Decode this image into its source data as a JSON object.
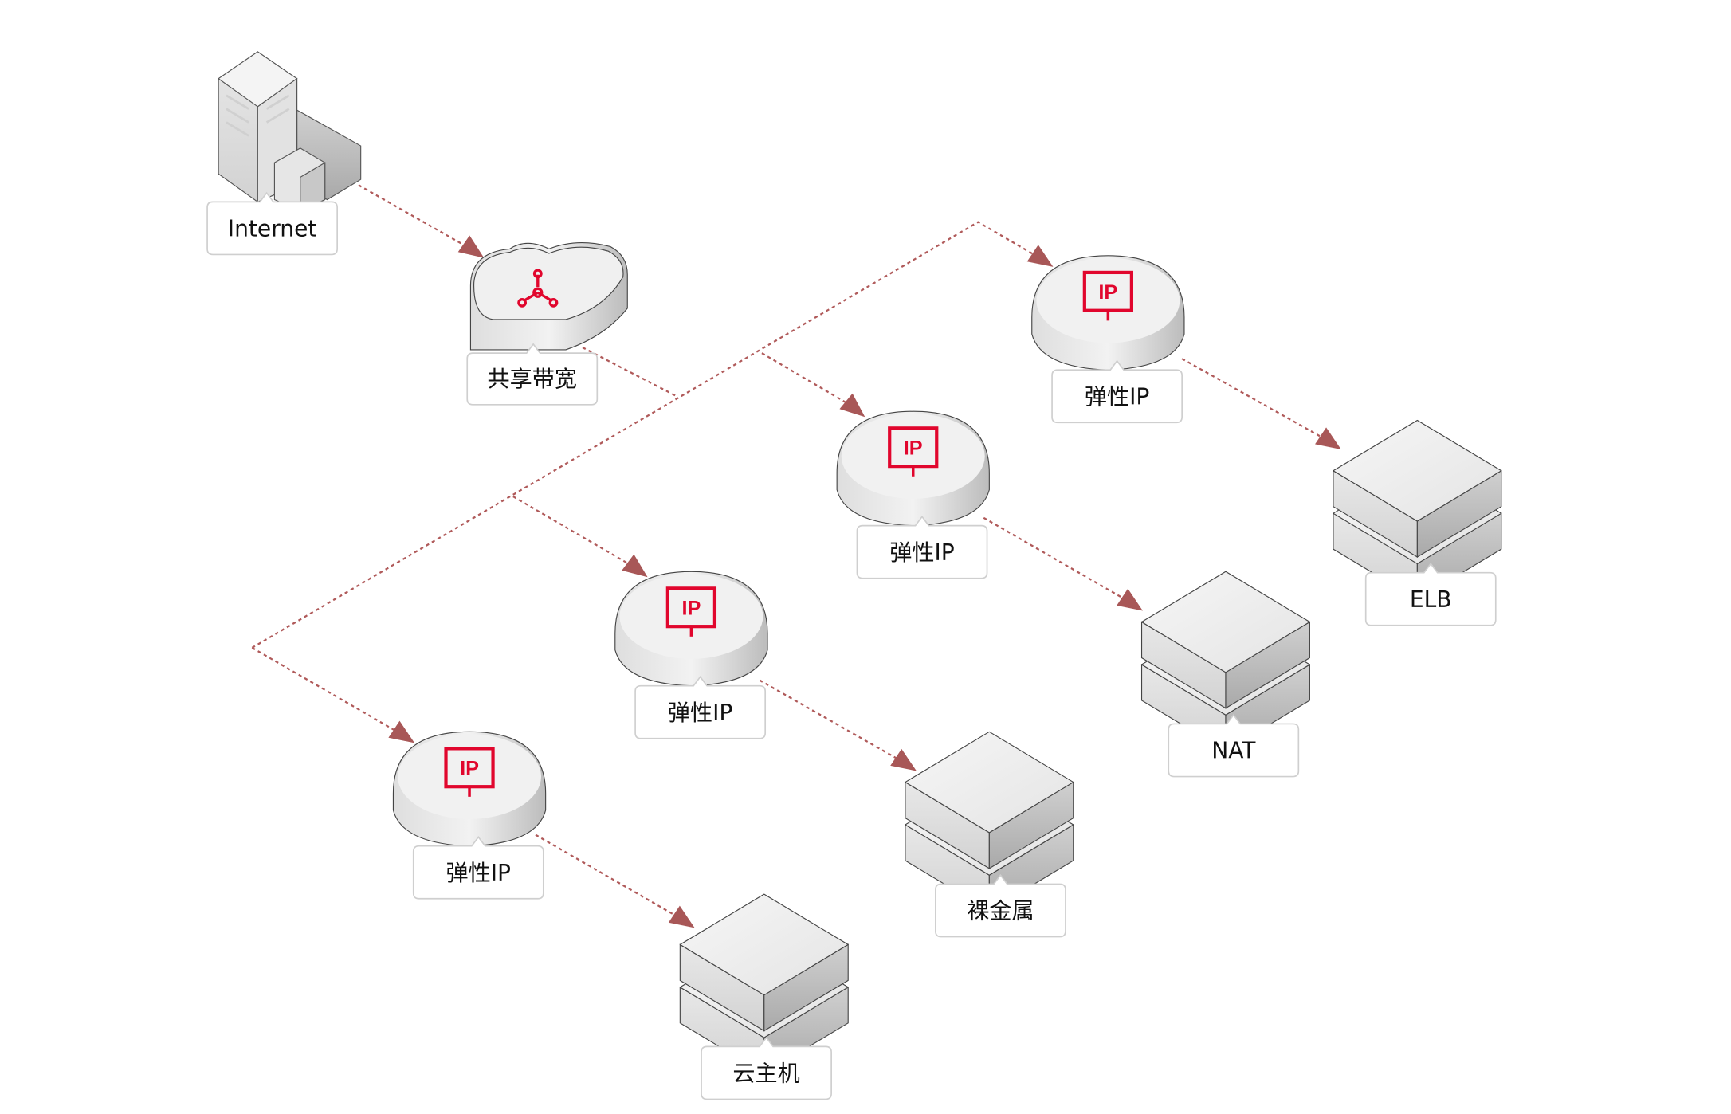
{
  "nodes": {
    "internet": {
      "label": "Internet",
      "icon": "building-icon"
    },
    "bandwidth": {
      "label": "共享带宽",
      "icon": "shared-bandwidth-icon"
    },
    "eip1": {
      "label": "弹性IP",
      "badge": "IP"
    },
    "eip2": {
      "label": "弹性IP",
      "badge": "IP"
    },
    "eip3": {
      "label": "弹性IP",
      "badge": "IP"
    },
    "eip4": {
      "label": "弹性IP",
      "badge": "IP"
    },
    "elb": {
      "label": "ELB"
    },
    "nat": {
      "label": "NAT"
    },
    "bms": {
      "label": "裸金属"
    },
    "ecs": {
      "label": "云主机"
    }
  },
  "colors": {
    "accent": "#e1062d",
    "link": "#a85757"
  }
}
